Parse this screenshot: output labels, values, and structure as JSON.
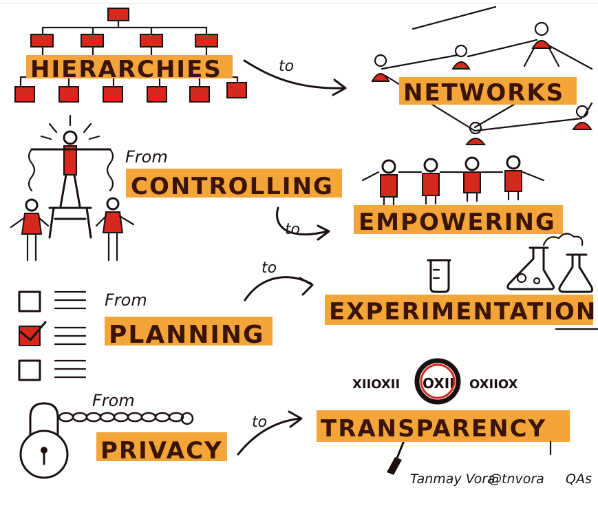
{
  "rows": [
    {
      "from": "",
      "left": "HIERARCHIES",
      "joiner": "to",
      "right": "NETWORKS"
    },
    {
      "from": "From",
      "left": "CONTROLLING",
      "joiner": "to",
      "right": "EMPOWERING"
    },
    {
      "from": "From",
      "left": "PLANNING",
      "joiner": "to",
      "right": "EXPERIMENTATION"
    },
    {
      "from": "From",
      "left": "PRIVACY",
      "joiner": "to",
      "right": "TRANSPARENCY"
    }
  ],
  "binary": {
    "left": "XIIOXII",
    "focus": "OXII",
    "right": "OXIIOX"
  },
  "credits": {
    "author": "Tanmay Vora",
    "handle": "@tnvora",
    "site": "QAs"
  },
  "colors": {
    "highlight": "#f4a53a",
    "figure_red": "#d6281c",
    "ink": "#1a1010"
  },
  "icons": [
    "org-chart-icon",
    "people-network-icon",
    "leader-puppeteer-icon",
    "people-chain-icon",
    "checklist-icon",
    "lab-flask-icon",
    "padlock-chain-icon",
    "magnifier-icon"
  ]
}
